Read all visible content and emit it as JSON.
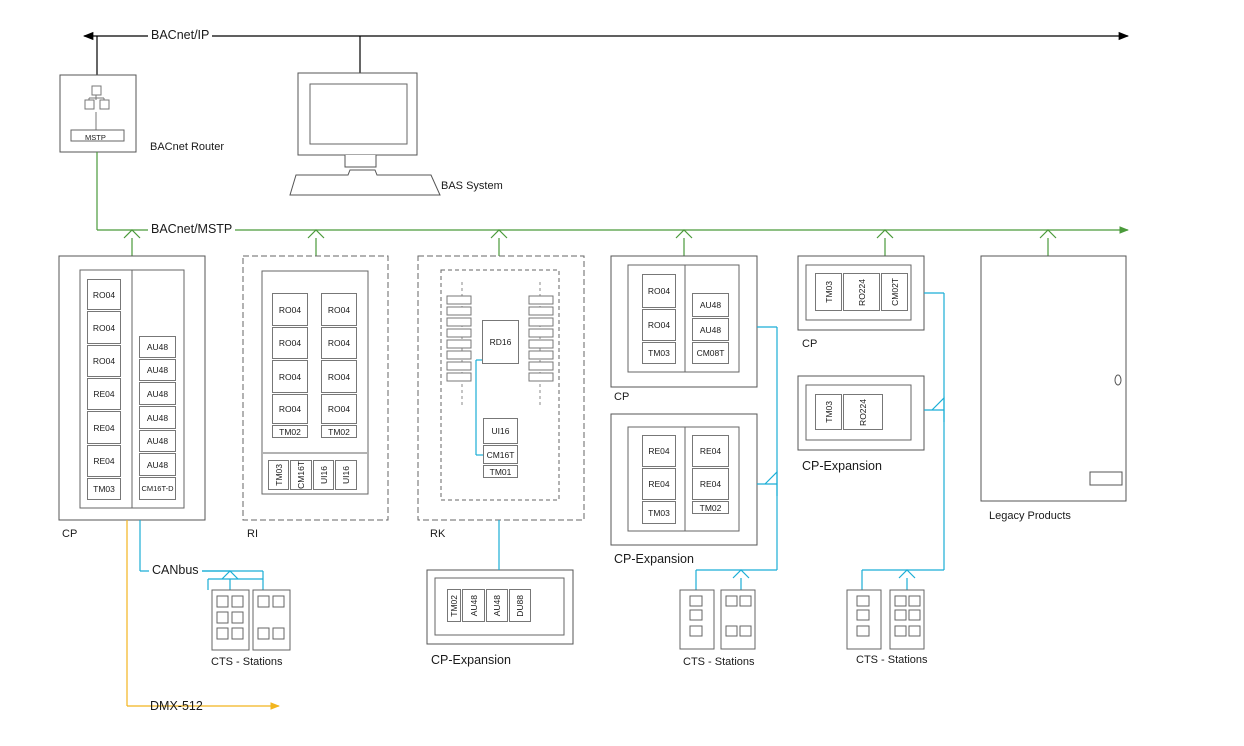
{
  "networks": {
    "ip": "BACnet/IP",
    "mstp": "BACnet/MSTP",
    "canbus": "CANbus",
    "dmx": "DMX-512"
  },
  "router": {
    "label": "BACnet Router",
    "port": "MSTP"
  },
  "bas": {
    "label": "BAS System"
  },
  "cp_main": {
    "label": "CP",
    "left_modules": [
      "RO04",
      "RO04",
      "RO04",
      "RE04",
      "RE04",
      "RE04",
      "TM03"
    ],
    "right_modules": [
      "AU48",
      "AU48",
      "AU48",
      "AU48",
      "AU48",
      "AU48",
      "CM16T-D"
    ]
  },
  "ri": {
    "label": "RI",
    "left_modules": [
      "RO04",
      "RO04",
      "RO04",
      "RO04",
      "TM02"
    ],
    "right_modules": [
      "RO04",
      "RO04",
      "RO04",
      "RO04",
      "TM02"
    ],
    "bottom_modules": [
      "TM03",
      "CM16T",
      "UI16",
      "UI16"
    ]
  },
  "rk": {
    "label": "RK",
    "modules": [
      "RD16",
      "UI16",
      "CM16T",
      "TM01"
    ]
  },
  "rk_expansion": {
    "label": "CP-Expansion",
    "modules": [
      "TM02",
      "AU48",
      "AU48",
      "DU88"
    ]
  },
  "cp2": {
    "label": "CP",
    "left_modules": [
      "RO04",
      "RO04",
      "TM03"
    ],
    "right_modules": [
      "AU48",
      "AU48",
      "CM08T"
    ]
  },
  "cp2_expansion": {
    "label": "CP-Expansion",
    "left_modules": [
      "RE04",
      "RE04",
      "TM03"
    ],
    "right_modules": [
      "RE04",
      "RE04",
      "TM02"
    ]
  },
  "cp3": {
    "label": "CP",
    "modules": [
      "TM03",
      "RO224",
      "CM02T"
    ]
  },
  "cp3_expansion": {
    "label": "CP-Expansion",
    "modules": [
      "TM03",
      "RO224"
    ]
  },
  "legacy": {
    "label": "Legacy Products"
  },
  "stations": [
    "CTS - Stations",
    "CTS - Stations",
    "CTS - Stations"
  ],
  "colors": {
    "ip_line": "#000000",
    "mstp_line": "#4a9a3a",
    "canbus_line": "#1aaed6",
    "dmx_line": "#f2b51e",
    "box_border": "#555555"
  }
}
